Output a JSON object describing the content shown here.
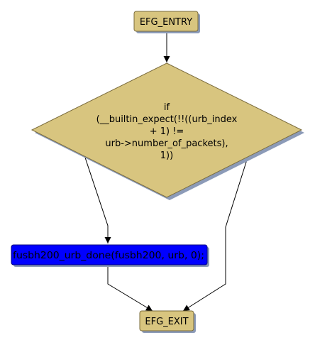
{
  "colors": {
    "node_fill": "#d8c57f",
    "node_stroke": "#7a6b3b",
    "shadow": "#8c9bb8",
    "call_fill": "#0000ff",
    "call_stroke": "#000080",
    "edge": "#000000",
    "text": "#000000"
  },
  "nodes": {
    "entry": {
      "label": "EFG_ENTRY"
    },
    "condition": {
      "lines": [
        "if",
        "(__builtin_expect(!!((urb_index",
        "+ 1) !=",
        "urb->number_of_packets),",
        "1))"
      ]
    },
    "call": {
      "label": "fusbh200_urb_done(fusbh200, urb, 0);"
    },
    "exit": {
      "label": "EFG_EXIT"
    }
  }
}
